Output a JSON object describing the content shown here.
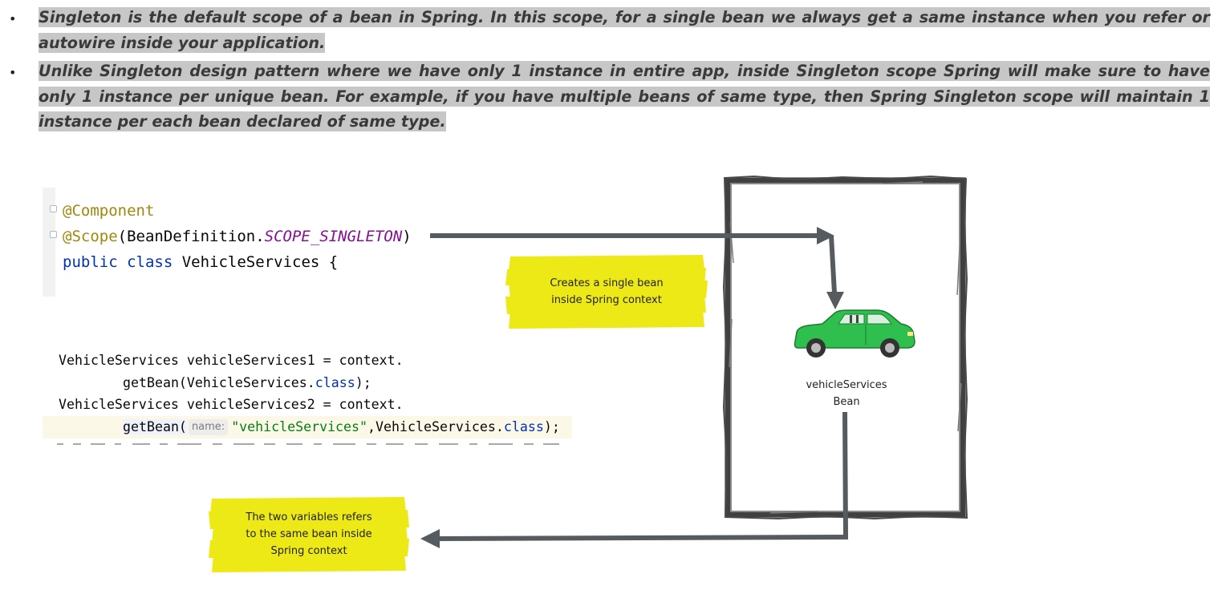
{
  "bullets": [
    {
      "marker": "•",
      "text": "Singleton is the default scope of a bean in Spring. In this scope, for a single bean we always get a same instance when you refer or autowire inside your application."
    },
    {
      "marker": "•",
      "text": "Unlike Singleton design pattern where we have only 1 instance in entire app, inside Singleton scope Spring will make sure to have only 1 instance per unique bean. For example, if you have multiple beans of same type, then Spring Singleton scope will maintain 1 instance per each bean declared of same type."
    }
  ],
  "code_class": {
    "annotation_component": "@Component",
    "annotation_scope": "@Scope",
    "scope_arg_open": "(BeanDefinition.",
    "scope_constant": "SCOPE_SINGLETON",
    "scope_arg_close": ")",
    "kw_public": "public",
    "kw_class": "class",
    "class_decl": " VehicleServices {"
  },
  "code_usage": {
    "line1": "VehicleServices vehicleServices1 = context.",
    "line2_call": "getBean(VehicleServices.",
    "line2_kw": "class",
    "line2_end": ");",
    "line3": "VehicleServices vehicleServices2 = context.",
    "line4_call": "getBean(",
    "line4_hint": "name:",
    "line4_string": "\"vehicleServices\"",
    "line4_mid": ",VehicleServices.",
    "line4_kw": "class",
    "line4_end": ");"
  },
  "callouts": {
    "creates": [
      "Creates a single bean",
      "inside Spring context"
    ],
    "refers": [
      "The two variables refers",
      "to the same bean inside",
      "Spring context"
    ]
  },
  "bean": {
    "label_line1": "vehicleServices",
    "label_line2": "Bean"
  },
  "colors": {
    "highlighter": "#ede917",
    "arrow": "#565b5f",
    "car_body": "#2fbf4f",
    "frame": "#404040"
  }
}
